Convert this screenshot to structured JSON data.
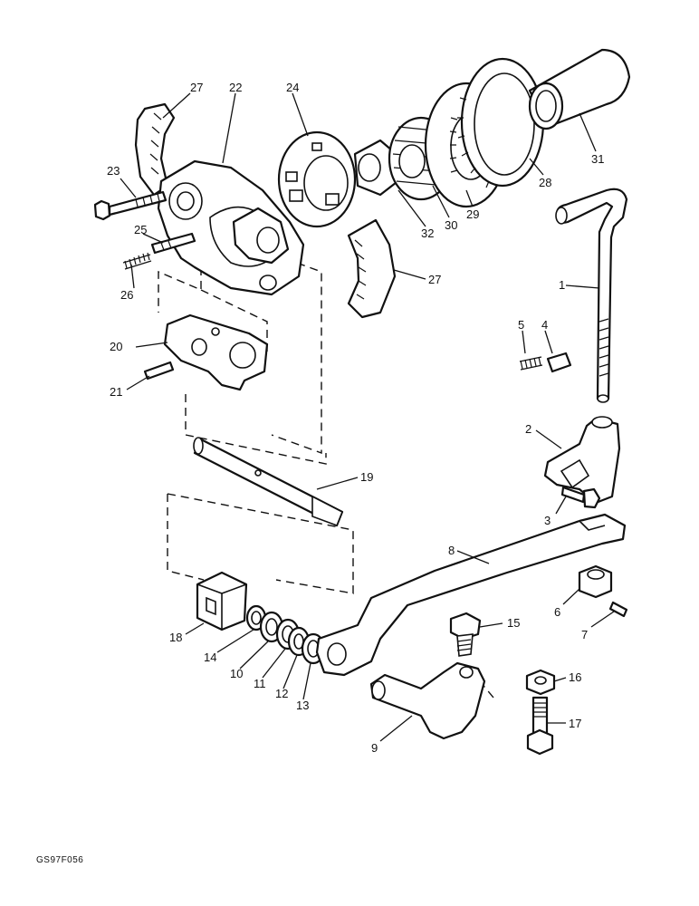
{
  "drawing_reference": "GS97F056",
  "part_numbers": {
    "p1": "1",
    "p2": "2",
    "p3": "3",
    "p4": "4",
    "p5": "5",
    "p6": "6",
    "p7": "7",
    "p8": "8",
    "p9": "9",
    "p10": "10",
    "p11": "11",
    "p12": "12",
    "p13": "13",
    "p14": "14",
    "p15": "15",
    "p16": "16",
    "p17": "17",
    "p18": "18",
    "p19": "19",
    "p20": "20",
    "p21": "21",
    "p22": "22",
    "p23": "23",
    "p24": "24",
    "p25": "25",
    "p26": "26",
    "p27": "27",
    "p28": "28",
    "p29": "29",
    "p30": "30",
    "p31": "31",
    "p32": "32"
  }
}
